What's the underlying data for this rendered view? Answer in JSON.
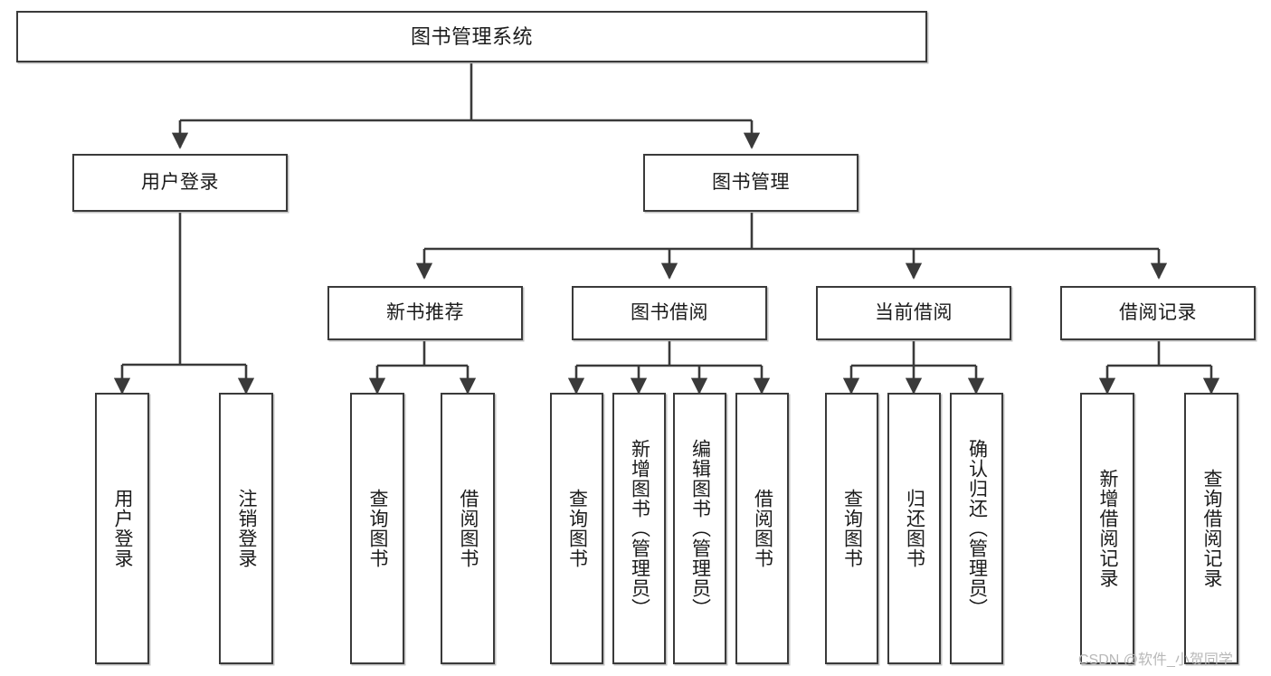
{
  "diagram": {
    "title": "图书管理系统",
    "type": "tree-hierarchy-functional-structure",
    "line_color": "#3a3a3a",
    "box_fill": "#ffffff",
    "text_color": "#1b1b1b",
    "watermark": "CSDN @软件_小贺同学"
  },
  "nodes": {
    "root": {
      "label": "图书管理系统"
    },
    "level1": [
      {
        "label": "用户登录"
      },
      {
        "label": "图书管理"
      }
    ],
    "level2": [
      {
        "label": "新书推荐"
      },
      {
        "label": "图书借阅"
      },
      {
        "label": "当前借阅"
      },
      {
        "label": "借阅记录"
      }
    ],
    "leaves_user_login": [
      {
        "label": "用户登录"
      },
      {
        "label": "注销登录"
      }
    ],
    "leaves_new_book": [
      {
        "label": "查询图书"
      },
      {
        "label": "借阅图书"
      }
    ],
    "leaves_borrow": [
      {
        "label": "查询图书"
      },
      {
        "label": "新增图书（管理员）"
      },
      {
        "label": "编辑图书（管理员）"
      },
      {
        "label": "借阅图书"
      }
    ],
    "leaves_current": [
      {
        "label": "查询图书"
      },
      {
        "label": "归还图书"
      },
      {
        "label": "确认归还（管理员）"
      }
    ],
    "leaves_records": [
      {
        "label": "新增借阅记录"
      },
      {
        "label": "查询借阅记录"
      }
    ]
  }
}
